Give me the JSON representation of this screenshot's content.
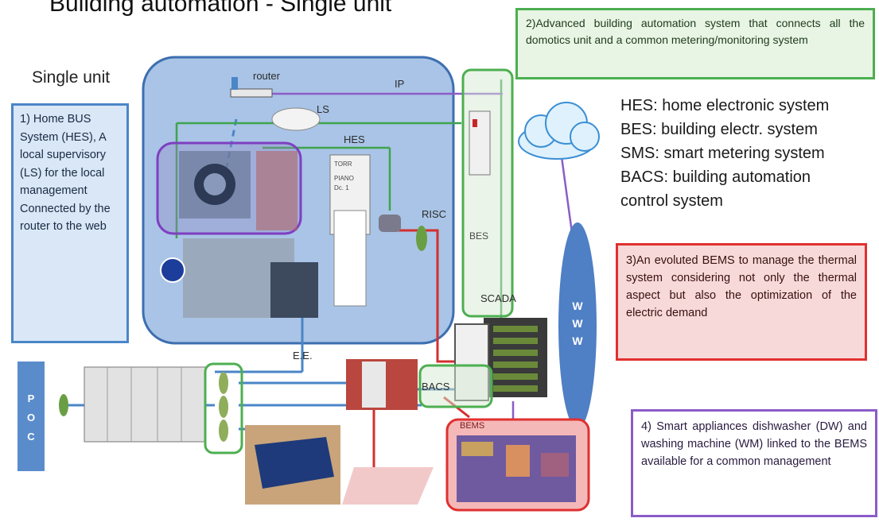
{
  "title": "Building automation - Single unit",
  "single_unit_label": "Single unit",
  "box1_text": "1) Home BUS System (HES), A local supervisory (LS) for the local management Connected by the router to the web",
  "box2_text": "2)Advanced building automation system that connects all the domotics unit and a common metering/monitoring system",
  "legend": [
    "HES: home electronic system",
    "BES: building electr. system",
    "SMS: smart metering system",
    "BACS: building automation",
    "control system"
  ],
  "box3_text": "3)An evoluted BEMS to manage the thermal system considering not only the thermal aspect but also the optimization of the electric demand",
  "box4_text": "4) Smart appliances dishwasher (DW) and washing machine (WM) linked to the BEMS available for a common management",
  "labels": {
    "router": "router",
    "ip": "IP",
    "ls": "LS",
    "hes": "HES",
    "risc": "RISC",
    "bes": "BES",
    "scada": "SCADA",
    "www": [
      "W",
      "W",
      "W"
    ],
    "ee": "E.E.",
    "bacs": "BACS",
    "bems": "BEMS",
    "poc": [
      "P",
      "O",
      "C"
    ],
    "panel_small": [
      "TORR",
      "PIANO",
      "Dc. 1"
    ]
  },
  "colors": {
    "blue": "#4a86c8",
    "green": "#4caf50",
    "red": "#e03030",
    "purple": "#8b5cc8",
    "unit_fill": "#a9c4e6",
    "www_fill": "#4f7fc4",
    "poc_fill": "#5a8ccc"
  }
}
